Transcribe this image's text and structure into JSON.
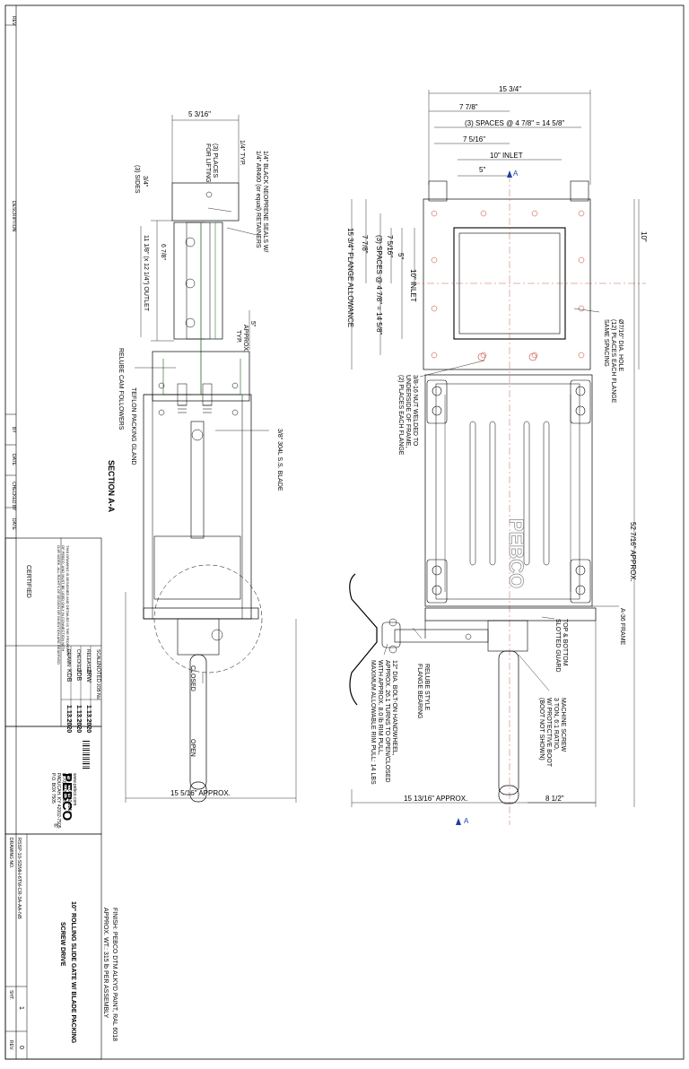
{
  "title_block": {
    "rev_header": "REV",
    "description_header": "DESCRIPTION",
    "by_header": "BY",
    "date_header": "DATE",
    "checked_by_header": "CHECKED BY",
    "date2_header": "DATE",
    "certified": "CERTIFIED",
    "proprietary_notice": "THIS DRAWING IS DESIGNED AND DETAILED IS THE PROPERTY OF PEBCO, AND MUST BE USED ONLY IN CONNECTION WITH OUR WORK. ALL RIGHTS OF DESIGN OR INVENTION ARE RESERVED",
    "drawn_label": "DRAWN:",
    "drawn_by": "KDB",
    "drawn_date": "1.13.2020",
    "checked_label": "CHECKED:",
    "checked_by": "JDB",
    "checked_date": "1.13.2020",
    "released_label": "RELEASED:",
    "released_by": "JRW",
    "released_date": "1.13.2020",
    "scale_label": "SCALE:",
    "scale": "NOTED",
    "job_label": "JOB No.",
    "company": "PEBCO",
    "company_mark": "®",
    "address": [
      "P.O. BOX 7505",
      "PADUCAH, KY 42002-7505",
      "(270) 442-1985",
      "FAX (270) 442-9214",
      "www.pebco.com"
    ],
    "drawing_title_1": "10\" ROLLING SLIDE GATE W/ BLADE PACKING",
    "drawing_title_2": "SCREW DRIVE",
    "finish_1": "FINISH: PEBCO DTM ALKYD PAINT, RAL 6018",
    "finish_2": "APPROX. WT.: 315 lb PER ASSEMBLY",
    "drawing_no_label": "DRAWING NO.",
    "drawing_no": "RSSP-10-SDMH-6TM-CR-3A-AA-NB",
    "sht_label": "SHT.",
    "sht": "1",
    "rev_label": "REV.",
    "rev": "0"
  },
  "section_view": {
    "section_label": "SECTION A-A",
    "notes": {
      "seals": "1/4\" BLACK NEOPRENE SEALS W/",
      "seals_2": "1/4\" AR400 (or equal) RETAINERS",
      "lifting": "(3) PLACES",
      "lifting_2": "FOR LIFTING",
      "typ": "1/4\" TYP.",
      "sides": "(3) SIDES",
      "three_quarter": "3/4\"",
      "outlet": "11 1/8\" (x 12 1/4\") OUTLET",
      "six_eighths": "6 7/8\"",
      "approx_typ": "5\"",
      "approx_typ_2": "APPROX.",
      "approx_typ_3": "TYP.",
      "cam_followers": "RELUBE CAM FOLLOWERS",
      "teflon": "TEFLON PACKING GLAND",
      "blade": "3/8\" 304L S.S. BLADE",
      "closed": "CLOSED",
      "open": "OPEN",
      "width_top": "5 3/16\"",
      "width_bottom": "15 5/16\" APPROX."
    }
  },
  "plan_view": {
    "section_marker": "A",
    "dims": {
      "overall": "15 3/4\"",
      "half": "7 7/8\"",
      "spaces": "(3) SPACES @ 4 7/8\" = 14 5/8\"",
      "seven_five": "7 5/16\"",
      "inlet": "10\" INLET",
      "five": "5\"",
      "ten": "10\"",
      "flange_allowance": "15 3/4\" FLANGE ALLOWANCE",
      "v_half": "7 7/8\"",
      "v_spaces": "(3) SPACES @ 4 7/8\" = 14 5/8\"",
      "v_seven_five": "7 5/16\"",
      "v_five": "5\"",
      "v_inlet": "10\" INLET",
      "length": "52 7/16\" APPROX.",
      "width_bottom": "15 13/16\" APPROX.",
      "handwheel_offset": "8 1/2\""
    },
    "notes": {
      "holes": "Ø7/16\" DIA. HOLE",
      "holes_2": "(12) PLACES EACH FLANGE",
      "holes_3": "SAME SPACING",
      "nut": "3/8-16 NUT WELDED TO",
      "nut_2": "UNDERSIDE OF FRAME,",
      "nut_3": "(2) PLACES EACH FLANGE",
      "frame": "A-36 FRAME",
      "guard": "TOP & BOTTOM",
      "guard_2": "SLOTTED GUARD",
      "screw": "MACHINE SCREW",
      "screw_2": "3 TON, 6:1 RATIO,",
      "screw_3": "W/ PROTECTIVE BOOT",
      "screw_4": "(BOOT NOT SHOWN)",
      "bearing": "RELUBE STYLE",
      "bearing_2": "FLANGE BEARING",
      "handwheel": "12\" DIA. BOLT-ON HANDWHEEL,",
      "handwheel_2": "APPROX. 26.1 TURNS TO OPEN/CLOSED",
      "handwheel_3": "WITH APPROX. 8.0 lb RIM PULL,",
      "handwheel_4": "MAXIMUM ALLOWABLE RIM PULL: 14 LBS",
      "logo": "PEBCO"
    }
  }
}
